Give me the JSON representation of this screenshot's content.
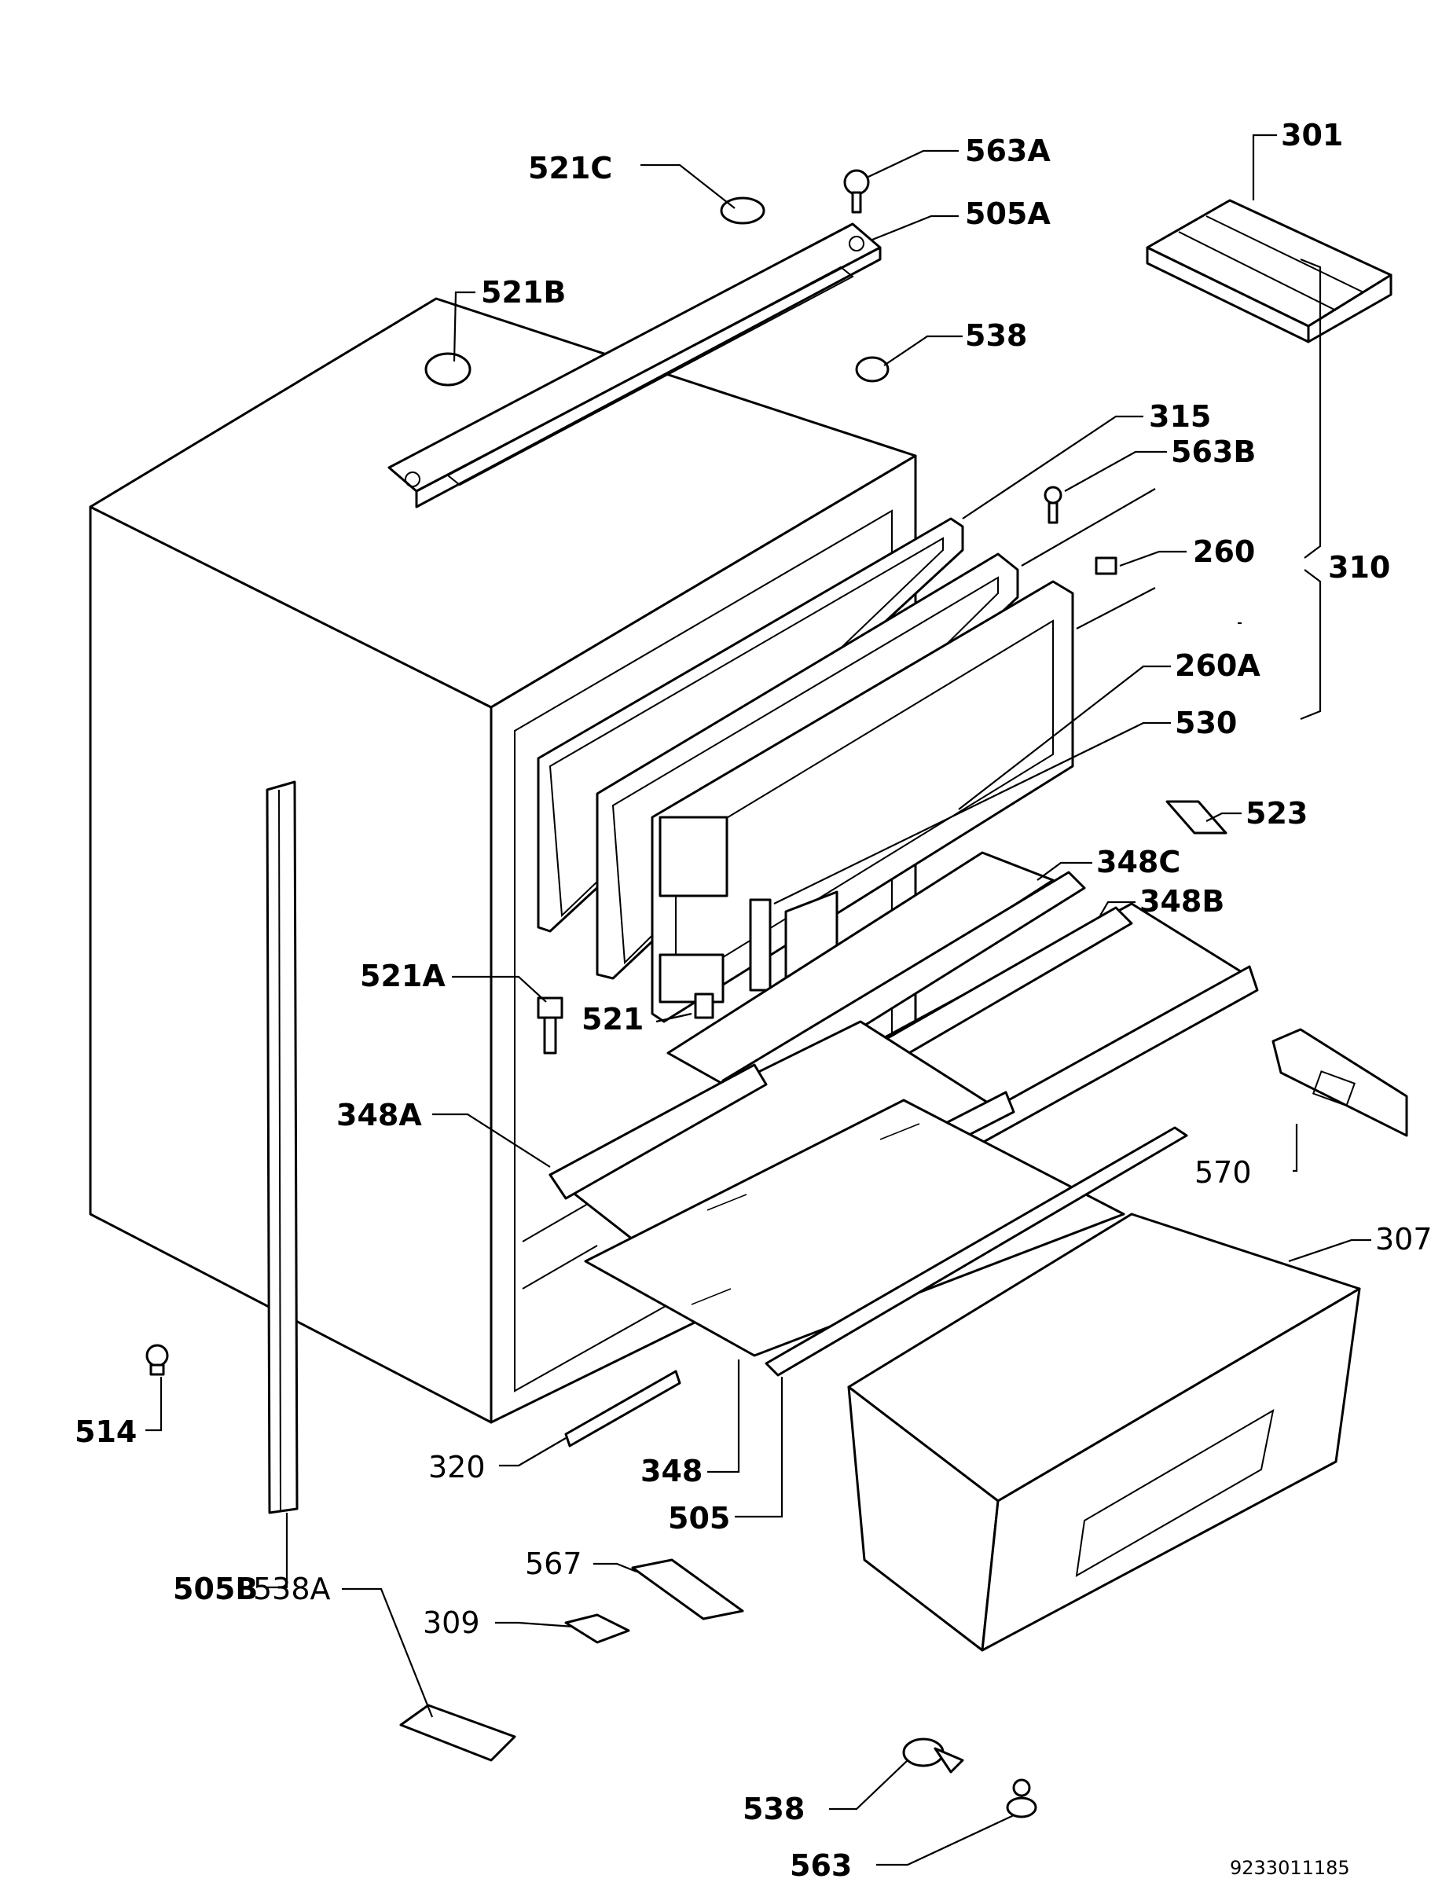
{
  "document_number": "9233011185",
  "callouts": [
    {
      "id": "301",
      "label": "301"
    },
    {
      "id": "307",
      "label": "307"
    },
    {
      "id": "309",
      "label": "309"
    },
    {
      "id": "310",
      "label": "310"
    },
    {
      "id": "315",
      "label": "315"
    },
    {
      "id": "320",
      "label": "320"
    },
    {
      "id": "348",
      "label": "348"
    },
    {
      "id": "348A",
      "label": "348A"
    },
    {
      "id": "348B",
      "label": "348B"
    },
    {
      "id": "348C",
      "label": "348C"
    },
    {
      "id": "260",
      "label": "260"
    },
    {
      "id": "260A",
      "label": "260A"
    },
    {
      "id": "505",
      "label": "505"
    },
    {
      "id": "505A",
      "label": "505A"
    },
    {
      "id": "505B",
      "label": "505B"
    },
    {
      "id": "514",
      "label": "514"
    },
    {
      "id": "521",
      "label": "521"
    },
    {
      "id": "521A",
      "label": "521A"
    },
    {
      "id": "521B",
      "label": "521B"
    },
    {
      "id": "521C",
      "label": "521C"
    },
    {
      "id": "523",
      "label": "523"
    },
    {
      "id": "530",
      "label": "530"
    },
    {
      "id": "538",
      "label": "538"
    },
    {
      "id": "538-bottom",
      "label": "538"
    },
    {
      "id": "538A",
      "label": "538A"
    },
    {
      "id": "563",
      "label": "563"
    },
    {
      "id": "563A",
      "label": "563A"
    },
    {
      "id": "563B",
      "label": "563B"
    },
    {
      "id": "567",
      "label": "567"
    },
    {
      "id": "570",
      "label": "570"
    }
  ]
}
